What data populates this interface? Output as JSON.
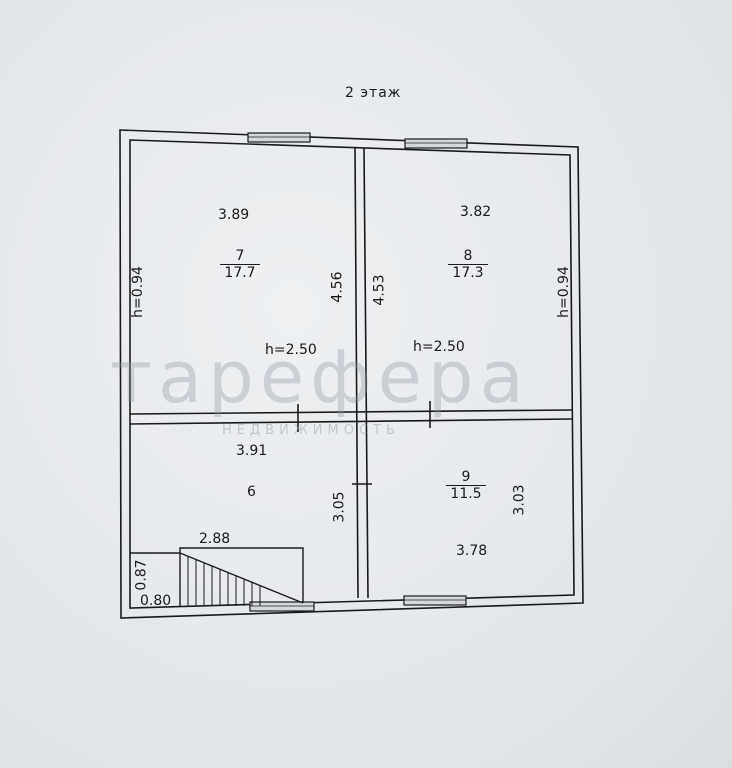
{
  "plan": {
    "title": "2 этаж",
    "rooms": [
      {
        "number": "7",
        "area": "17.7",
        "width": "3.89",
        "length": "4.56",
        "ceiling": "h=2.50"
      },
      {
        "number": "8",
        "area": "17.3",
        "width": "3.82",
        "length": "4.53",
        "ceiling": "h=2.50"
      },
      {
        "number": "6",
        "width": "3.91",
        "length": "3.05"
      },
      {
        "number": "9",
        "area": "11.5",
        "width": "3.78",
        "length": "3.03"
      }
    ],
    "side_heights": {
      "left": "h=0.94",
      "right": "h=0.94"
    },
    "stair": {
      "width": "2.88",
      "depth": "0.87",
      "step": "0.80"
    }
  },
  "watermark": {
    "name": "тарефера",
    "subtitle": "НЕДВИЖИМОСТЬ"
  }
}
